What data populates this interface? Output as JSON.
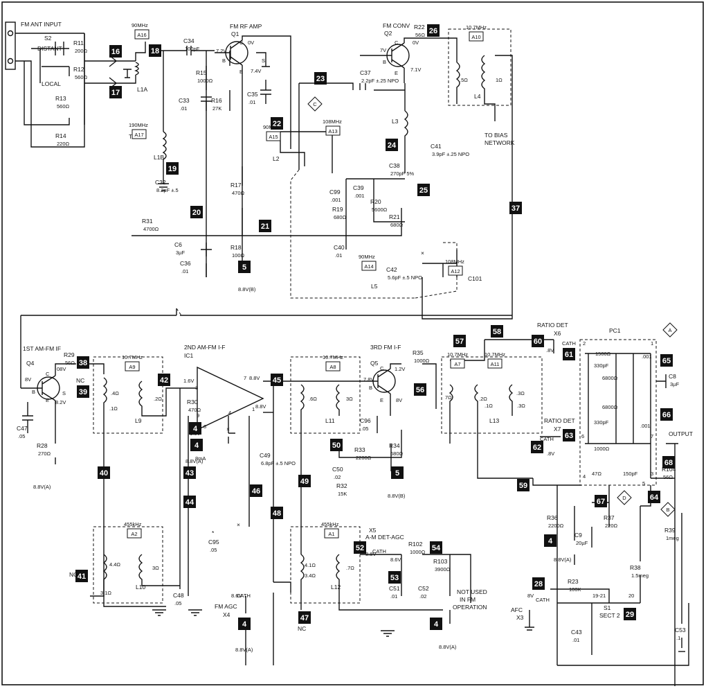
{
  "stages": {
    "fm_ant_input": "FM ANT INPUT",
    "fm_rf_amp": "FM RF AMP",
    "fm_conv": "FM CONV",
    "first_if": "1ST AM-FM IF",
    "second_if": "2ND AM-FM I-F",
    "third_if": "3RD FM I-F",
    "ratio_det_1": "RATIO DET",
    "ratio_det_2": "RATIO DET",
    "am_det_agc": "A-M DET-AGC",
    "fm_agc": "FM AGC",
    "afc": "AFC",
    "to_bias_1": "TO BIAS",
    "to_bias_2": "NETWORK",
    "output": "OUTPUT",
    "not_used_1": "NOT USED",
    "not_used_2": "IN FM",
    "not_used_3": "OPERATION",
    "distant": "DISTANT",
    "local": "LOCAL",
    "top": "TOP"
  },
  "devices": {
    "q1": "Q1",
    "q2": "Q2",
    "q4": "Q4",
    "q5": "Q5",
    "ic1": "IC1",
    "pc1": "PC1",
    "x3": "X3",
    "x4": "X4",
    "x5": "X5",
    "x6": "X6",
    "x7": "X7",
    "s1": "S1",
    "s1_sect": "SECT 2",
    "s2": "S2"
  },
  "test_points": [
    {
      "id": "16"
    },
    {
      "id": "17"
    },
    {
      "id": "18"
    },
    {
      "id": "19"
    },
    {
      "id": "20"
    },
    {
      "id": "21"
    },
    {
      "id": "22"
    },
    {
      "id": "23"
    },
    {
      "id": "24"
    },
    {
      "id": "25"
    },
    {
      "id": "26"
    },
    {
      "id": "37"
    },
    {
      "id": "5"
    },
    {
      "id": "38"
    },
    {
      "id": "39"
    },
    {
      "id": "42"
    },
    {
      "id": "45"
    },
    {
      "id": "4"
    },
    {
      "id": "40"
    },
    {
      "id": "43"
    },
    {
      "id": "44"
    },
    {
      "id": "46"
    },
    {
      "id": "48"
    },
    {
      "id": "49"
    },
    {
      "id": "50"
    },
    {
      "id": "5"
    },
    {
      "id": "56"
    },
    {
      "id": "57"
    },
    {
      "id": "58"
    },
    {
      "id": "60"
    },
    {
      "id": "61"
    },
    {
      "id": "62"
    },
    {
      "id": "63"
    },
    {
      "id": "65"
    },
    {
      "id": "66"
    },
    {
      "id": "68"
    },
    {
      "id": "59"
    },
    {
      "id": "67"
    },
    {
      "id": "64"
    },
    {
      "id": "4"
    },
    {
      "id": "41"
    },
    {
      "id": "47"
    },
    {
      "id": "52"
    },
    {
      "id": "53"
    },
    {
      "id": "54"
    },
    {
      "id": "4"
    },
    {
      "id": "28"
    },
    {
      "id": "29"
    },
    {
      "id": "4"
    },
    {
      "id": "4"
    }
  ],
  "alignment_points": [
    {
      "id": "A16",
      "freq": "90MHz"
    },
    {
      "id": "A17",
      "freq": "190MHz"
    },
    {
      "id": "A15",
      "freq": "90MHz"
    },
    {
      "id": "A13",
      "freq": "108MHz"
    },
    {
      "id": "A10",
      "freq": "10.7MHz"
    },
    {
      "id": "A14",
      "freq": "90MHz"
    },
    {
      "id": "A12",
      "freq": "108MHz"
    },
    {
      "id": "A9",
      "freq": "10.7MHz"
    },
    {
      "id": "A8",
      "freq": "10.7MHz"
    },
    {
      "id": "A7",
      "freq": "10.7MHz"
    },
    {
      "id": "A11",
      "freq": "10.7MHz"
    },
    {
      "id": "A2",
      "freq": "455kHz"
    },
    {
      "id": "A1",
      "freq": "455kHz"
    }
  ],
  "refs": [
    "C",
    "A",
    "D",
    "B"
  ],
  "components": [
    {
      "ref": "R11",
      "value": "200Ω"
    },
    {
      "ref": "R12",
      "value": "560Ω"
    },
    {
      "ref": "R13",
      "value": "560Ω"
    },
    {
      "ref": "R14",
      "value": "220Ω"
    },
    {
      "ref": "L1A",
      "value": ""
    },
    {
      "ref": "L1B",
      "value": ""
    },
    {
      "ref": "C32",
      "value": "8.2pF ±.5"
    },
    {
      "ref": "C34",
      "value": "100pF"
    },
    {
      "ref": "C33",
      "value": ".01"
    },
    {
      "ref": "R15",
      "value": "1000Ω"
    },
    {
      "ref": "R16",
      "value": "27K"
    },
    {
      "ref": "C35",
      "value": ".01"
    },
    {
      "ref": "R17",
      "value": "470Ω"
    },
    {
      "ref": "R18",
      "value": "100Ω"
    },
    {
      "ref": "R31",
      "value": "4700Ω"
    },
    {
      "ref": "C6",
      "value": "3µF"
    },
    {
      "ref": "C36",
      "value": ".01"
    },
    {
      "ref": "L2",
      "value": ""
    },
    {
      "ref": "C37",
      "value": "2.2pF ±.25 NPO"
    },
    {
      "ref": "R22",
      "value": "56Ω"
    },
    {
      "ref": "L3",
      "value": ""
    },
    {
      "ref": "C41",
      "value": "3.9pF ±.25 NPO"
    },
    {
      "ref": "C38",
      "value": "270pF 5%"
    },
    {
      "ref": "C99",
      "value": ".001"
    },
    {
      "ref": "C39",
      "value": ".001"
    },
    {
      "ref": "R19",
      "value": "680Ω"
    },
    {
      "ref": "R20",
      "value": "5600Ω"
    },
    {
      "ref": "R21",
      "value": "680Ω"
    },
    {
      "ref": "C40",
      "value": ".01"
    },
    {
      "ref": "L4",
      "value": ""
    },
    {
      "ref": "L5",
      "value": ""
    },
    {
      "ref": "C42",
      "value": "5.6pF ±.5 NPO"
    },
    {
      "ref": "C101",
      "value": ""
    },
    {
      "ref": "R29",
      "value": "56Ω"
    },
    {
      "ref": "C47",
      "value": ".05"
    },
    {
      "ref": "R28",
      "value": "270Ω"
    },
    {
      "ref": "L9",
      "value": ""
    },
    {
      "ref": "R30",
      "value": "470Ω"
    },
    {
      "ref": "C49",
      "value": "6.8pF ±.5 NPO"
    },
    {
      "ref": "L11",
      "value": ""
    },
    {
      "ref": "R35",
      "value": "1000Ω"
    },
    {
      "ref": "C96",
      "value": ".05"
    },
    {
      "ref": "R34",
      "value": "680Ω"
    },
    {
      "ref": "R33",
      "value": "2200Ω"
    },
    {
      "ref": "C50",
      "value": ".02"
    },
    {
      "ref": "R32",
      "value": "15K"
    },
    {
      "ref": "L13",
      "value": ""
    },
    {
      "ref": "C8",
      "value": "3µF"
    },
    {
      "ref": "R104",
      "value": "56Ω"
    },
    {
      "ref": "R36",
      "value": "2200Ω"
    },
    {
      "ref": "C9",
      "value": "20µF"
    },
    {
      "ref": "R37",
      "value": "220Ω"
    },
    {
      "ref": "R39",
      "value": "1meg"
    },
    {
      "ref": "R38",
      "value": "1.5meg"
    },
    {
      "ref": "L10",
      "value": ""
    },
    {
      "ref": "C48",
      "value": ".05"
    },
    {
      "ref": "C95",
      "value": ".05"
    },
    {
      "ref": "L12",
      "value": ""
    },
    {
      "ref": "R102",
      "value": "1000Ω"
    },
    {
      "ref": "R103",
      "value": "3900Ω"
    },
    {
      "ref": "C51",
      "value": ".01"
    },
    {
      "ref": "C52",
      "value": ".02"
    },
    {
      "ref": "R23",
      "value": "100K"
    },
    {
      "ref": "C43",
      "value": ".01"
    },
    {
      "ref": "C53",
      "value": ".1"
    }
  ],
  "pc1_values": [
    "1500Ω",
    "330pF",
    "6800Ω",
    "6800Ω",
    "330pF",
    ".001",
    ".001",
    "1000Ω",
    "47Ω",
    "150pF"
  ],
  "coil_values": [
    ".5Ω",
    "1Ω",
    ".4Ω",
    ".1Ω",
    ".2Ω",
    ".6Ω",
    "3Ω",
    "7Ω",
    ".2Ω",
    ".1Ω",
    ".3Ω",
    ".3Ω",
    "4.4Ω",
    "3.1Ω",
    "3Ω",
    "4.1Ω",
    "3.4Ω",
    ".7Ω"
  ],
  "voltages": {
    "q1_c": "0V",
    "q1_b": "7.2V",
    "q1_e": "7.4V",
    "q2_b": "7V",
    "q2_c": "0V",
    "q2_e": "7.1V",
    "supply_b": "8.8V(B)",
    "supply_a": "8.8V(A)",
    "q4_b": "8V",
    "q4_c": "08V",
    "q4_e": "8.2V",
    "ic_pin3": "1.6V",
    "ic_pin7": "8.8V",
    "ic_pin1": "8.8V",
    "ic_pin9": "1.6V",
    "ic_current": "8mA",
    "q5_c": "1.2V",
    "q5_b": "7.8V",
    "q5_e": "8V",
    "x6": ".8V",
    "x7": ".8V",
    "x5_in": "8.8V",
    "x5_out": "8.6V",
    "x4": "8.6V",
    "x3": "8V"
  },
  "pins": {
    "ic": [
      "7",
      "3",
      "9",
      "8",
      "4",
      "1"
    ],
    "pc1": [
      "2",
      "1",
      "6",
      "7",
      "3",
      "4",
      "5"
    ],
    "s1": [
      "19-21",
      "20"
    ]
  },
  "misc": {
    "cath": "CATH",
    "nc": "NC",
    "star": "*",
    "x": "×",
    "ce": [
      "C",
      "B",
      "E",
      "S"
    ]
  }
}
